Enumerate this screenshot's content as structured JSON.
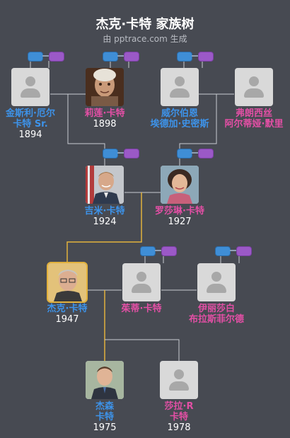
{
  "header": {
    "title": "杰克·卡特 家族树",
    "subtitle": "由 pptrace.com 生成"
  },
  "colors": {
    "background": "#474a52",
    "male_name": "#3d93ea",
    "female_name": "#e34fa5",
    "highlight_line": "#e2b13c",
    "line": "#c9ccd2"
  },
  "people": {
    "james_sr": {
      "name_lines": [
        "金斯利·厄尔",
        "卡特 Sr."
      ],
      "year": "1894",
      "gender": "m",
      "photo": "placeholder"
    },
    "lillian": {
      "name_lines": [
        "莉莲·卡特"
      ],
      "year": "1898",
      "gender": "f",
      "photo": "portrait"
    },
    "wilburn": {
      "name_lines": [
        "威尔伯恩",
        "埃德加·史密斯"
      ],
      "year": "",
      "gender": "m",
      "photo": "placeholder"
    },
    "frances": {
      "name_lines": [
        "弗朗西丝",
        "阿尔蒂娅·默里"
      ],
      "year": "",
      "gender": "f",
      "photo": "placeholder"
    },
    "jimmy": {
      "name_lines": [
        "吉米·卡特"
      ],
      "year": "1924",
      "gender": "m",
      "photo": "portrait"
    },
    "rosalynn": {
      "name_lines": [
        "罗莎琳·卡特"
      ],
      "year": "1927",
      "gender": "f",
      "photo": "portrait"
    },
    "jack": {
      "name_lines": [
        "杰克·卡特"
      ],
      "year": "1947",
      "gender": "m",
      "photo": "portrait"
    },
    "judy": {
      "name_lines": [
        "茱蒂·卡特"
      ],
      "year": "",
      "gender": "f",
      "photo": "placeholder"
    },
    "elizabeth": {
      "name_lines": [
        "伊丽莎白",
        "布拉斯菲尔德"
      ],
      "year": "",
      "gender": "f",
      "photo": "placeholder"
    },
    "jason": {
      "name_lines": [
        "杰森",
        "卡特"
      ],
      "year": "1975",
      "gender": "m",
      "photo": "portrait"
    },
    "sarah": {
      "name_lines": [
        "莎拉·R",
        "卡特"
      ],
      "year": "1978",
      "gender": "f",
      "photo": "placeholder"
    }
  }
}
